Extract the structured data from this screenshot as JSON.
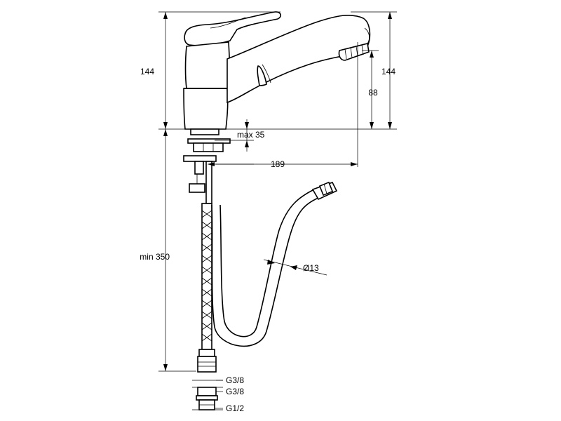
{
  "dimensions": {
    "height_left": "144",
    "height_right": "144",
    "spout_height": "88",
    "max_deck": "max 35",
    "reach": "189",
    "min_hose": "min 350",
    "hose_diameter": "Ø13"
  },
  "threads": {
    "t1": "G3/8",
    "t2": "G3/8",
    "t3": "G1/2"
  }
}
